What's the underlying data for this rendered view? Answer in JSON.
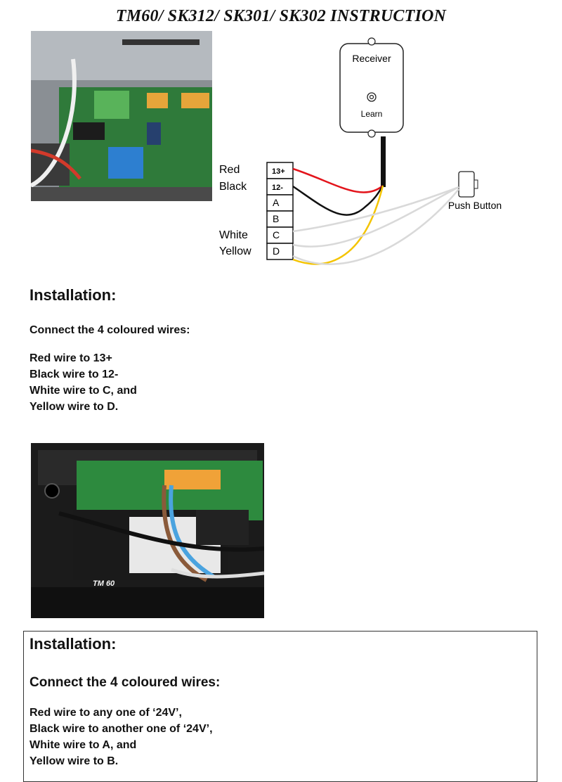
{
  "title": "TM60/ SK312/ SK301/ SK302 INSTRUCTION",
  "diagram": {
    "receiver_label": "Receiver",
    "learn_label": "Learn",
    "push_button_label": "Push Button",
    "wire_labels": [
      "Red",
      "Black",
      "White",
      "Yellow"
    ],
    "terminals": [
      "13+",
      "12-",
      "A",
      "B",
      "C",
      "D"
    ],
    "wire_colors": {
      "red": "#e3141b",
      "black": "#111111",
      "white": "#d9d9d9",
      "yellow": "#f4c400"
    }
  },
  "section1": {
    "heading": "Installation:",
    "subheading": "Connect the 4 coloured wires:",
    "lines": [
      "Red wire to 13+",
      "Black wire to 12-",
      "White wire to C, and",
      "Yellow wire to D."
    ]
  },
  "photo_bottom": {
    "label": "TM 60"
  },
  "section2": {
    "heading": "Installation:",
    "subheading": "Connect the 4 coloured wires:",
    "lines": [
      "Red wire to any one of ‘24V’,",
      "Black wire to another one of ‘24V’,",
      "White wire to A, and",
      "Yellow wire to B."
    ]
  }
}
